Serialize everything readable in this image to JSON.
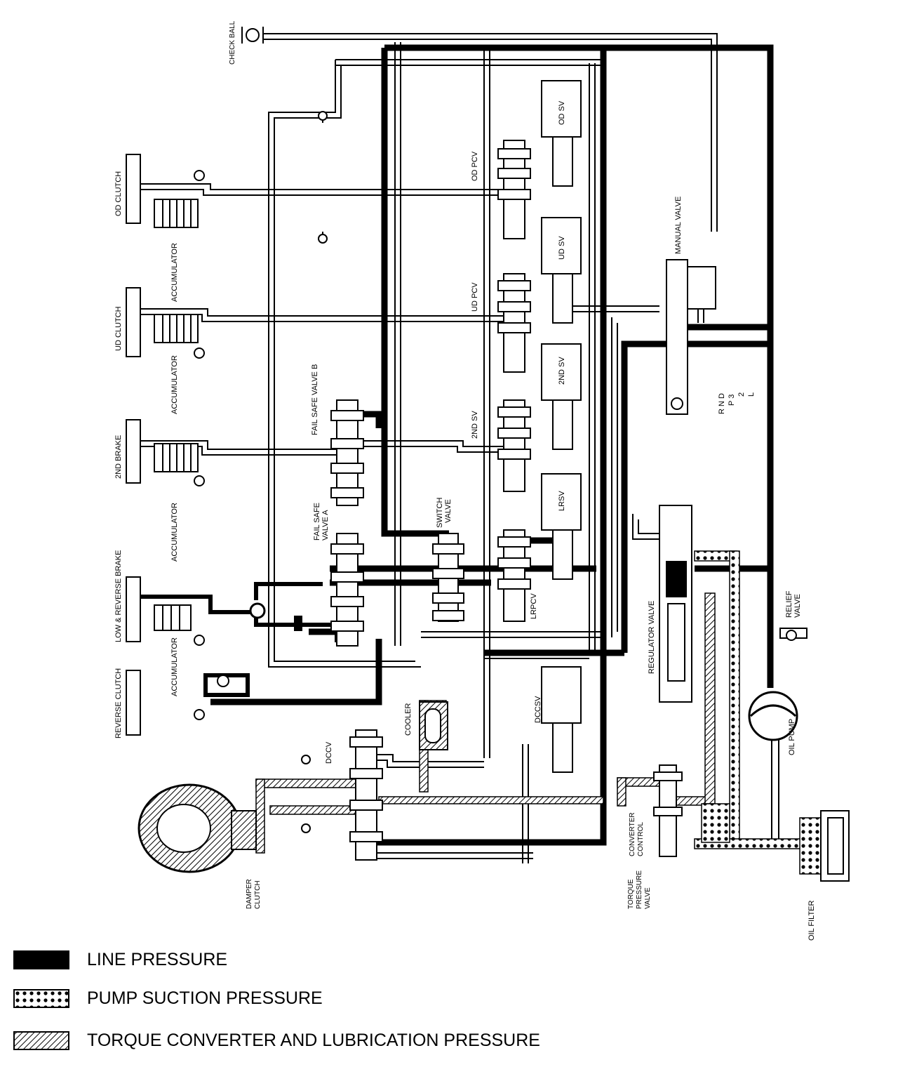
{
  "labels": {
    "check_ball": "CHECK BALL",
    "od_clutch": "OD CLUTCH",
    "ud_clutch": "UD CLUTCH",
    "second_brake": "2ND BRAKE",
    "low_reverse_brake": "LOW & REVERSE BRAKE",
    "reverse_clutch": "REVERSE CLUTCH",
    "accumulator": "ACCUMULATOR",
    "fail_safe_valve_b": "FAIL SAFE VALVE B",
    "fail_safe_valve_a_1": "FAIL SAFE",
    "fail_safe_valve_a_2": "VALVE A",
    "switch_valve_1": "SWITCH",
    "switch_valve_2": "VALVE",
    "od_pcv": "OD PCV",
    "ud_pcv": "UD PCV",
    "second_sv_side": "2ND SV",
    "lrpcv": "LRPCV",
    "od_sv": "OD SV",
    "ud_sv": "UD SV",
    "second_sv": "2ND SV",
    "lrsv": "LRSV",
    "dccsv": "DCCSV",
    "dccv": "DCCV",
    "cooler": "COOLER",
    "manual_valve": "MANUAL VALVE",
    "range_1": "R N D",
    "range_2": "P 3",
    "range_3": "2",
    "range_4": "L",
    "regulator_valve": "REGULATOR VALVE",
    "relief_valve_1": "RELIEF",
    "relief_valve_2": "VALVE",
    "oil_pump": "OIL PUMP",
    "oil_filter": "OIL FILTER",
    "damper_clutch_1": "DAMPER",
    "damper_clutch_2": "CLUTCH",
    "torque_pressure_valve_1": "TORQUE",
    "torque_pressure_valve_2": "PRESSURE",
    "torque_pressure_valve_3": "VALVE",
    "converter_control_1": "CONVERTER",
    "converter_control_2": "CONTROL"
  },
  "legend": [
    {
      "key": "line",
      "label": "LINE PRESSURE"
    },
    {
      "key": "suction",
      "label": "PUMP SUCTION PRESSURE"
    },
    {
      "key": "converter",
      "label": "TORQUE CONVERTER AND LUBRICATION PRESSURE"
    }
  ]
}
